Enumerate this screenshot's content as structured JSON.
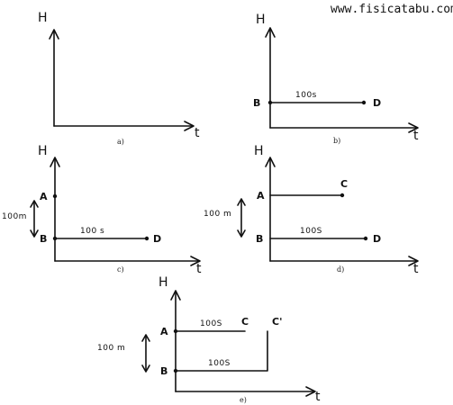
{
  "watermark": "www.fisicatabu.com",
  "panels": {
    "a": {
      "axis_y": "H",
      "axis_x": "t",
      "caption": "a)"
    },
    "b": {
      "axis_y": "H",
      "axis_x": "t",
      "caption": "b)",
      "point_b": "B",
      "point_d": "D",
      "segment_label": "100s"
    },
    "c": {
      "axis_y": "H",
      "axis_x": "t",
      "caption": "c)",
      "point_a": "A",
      "point_b": "B",
      "point_d": "D",
      "height_label": "100m",
      "segment_label": "100 s"
    },
    "d": {
      "axis_y": "H",
      "axis_x": "t",
      "caption": "d)",
      "point_a": "A",
      "point_b": "B",
      "point_c": "C",
      "point_d": "D",
      "height_label": "100 m",
      "segment_label": "100S"
    },
    "e": {
      "axis_y": "H",
      "axis_x": "t",
      "caption": "e)",
      "point_a": "A",
      "point_b": "B",
      "point_c": "C",
      "point_c_prime": "C'",
      "height_label": "100 m",
      "upper_segment_label": "100S",
      "lower_segment_label": "100S"
    }
  }
}
